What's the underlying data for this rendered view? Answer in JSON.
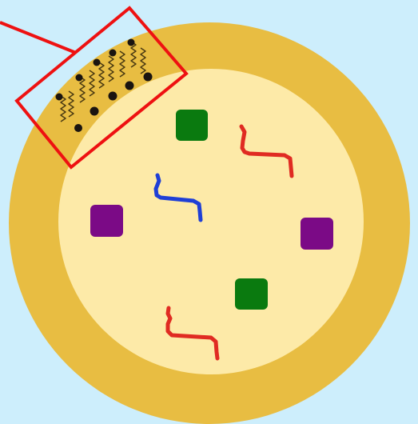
{
  "diagram": {
    "colors": {
      "background": "#cdeefc",
      "outer_ring": "#e8bd42",
      "inner_region": "#fdeaa8",
      "highlight_box": "#ee1111",
      "green_shape": "#0a7a0f",
      "purple_shape": "#7b0a86",
      "red_wire": "#e02b22",
      "blue_wire": "#1f3fd6",
      "cluster_dot": "#1a1410",
      "cluster_zigzag": "#4a3a12"
    },
    "shapes": [
      {
        "kind": "square",
        "color_name": "green"
      },
      {
        "kind": "square",
        "color_name": "green"
      },
      {
        "kind": "square",
        "color_name": "purple"
      },
      {
        "kind": "square",
        "color_name": "purple"
      }
    ],
    "wires": [
      {
        "color_name": "red"
      },
      {
        "color_name": "red"
      },
      {
        "color_name": "blue"
      }
    ],
    "callout": {
      "icon": "highlight-box"
    }
  }
}
